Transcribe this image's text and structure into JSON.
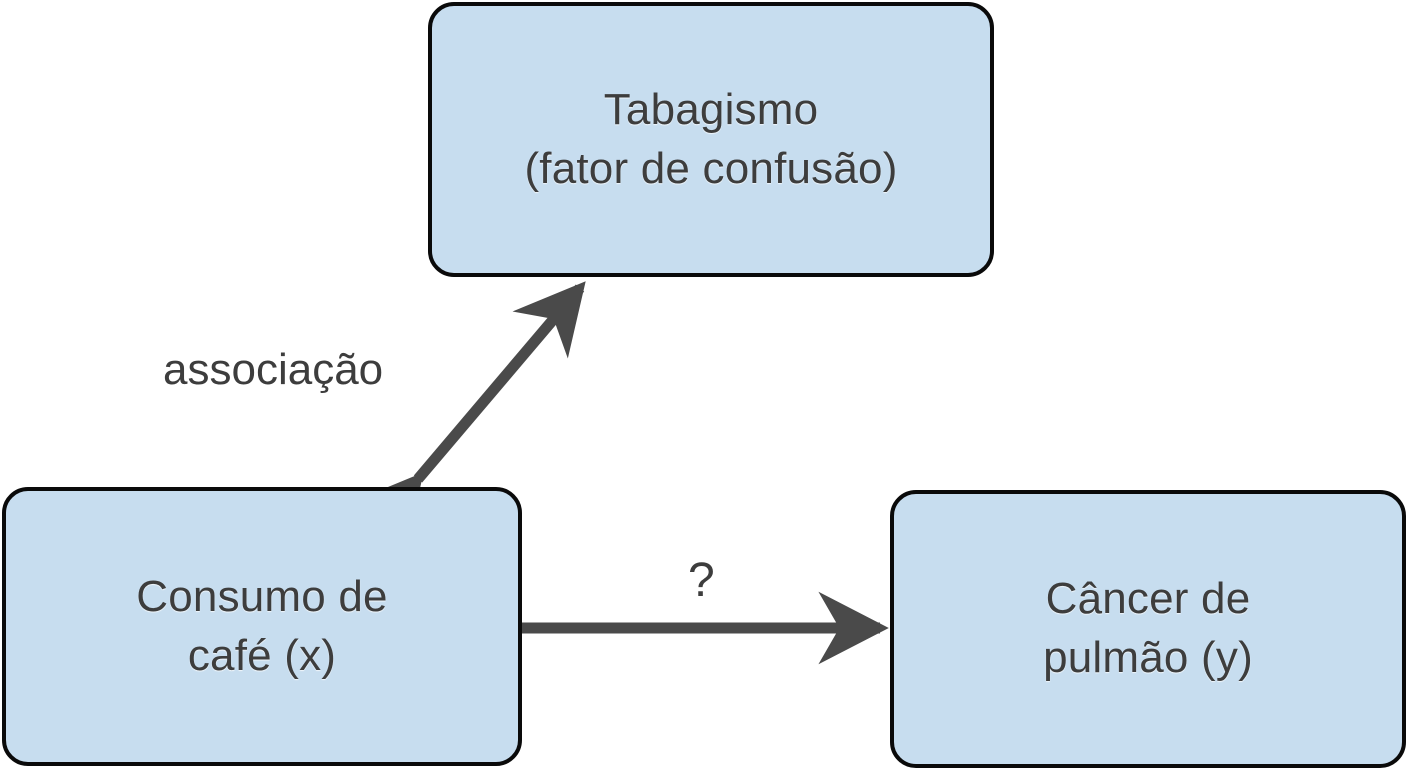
{
  "diagram": {
    "title": "Confounding variable diagram",
    "language": "pt-BR",
    "background_color": "#ffffff",
    "node_fill_color": "#c7ddef",
    "node_border_color": "#0a0a0a",
    "text_color": "#3d3d3d",
    "arrow_color": "#4a4a4a",
    "nodes": [
      {
        "id": "smoking",
        "label": "Tabagismo\n(fator de confusão)",
        "line1": "Tabagismo",
        "line2": "(fator de confusão)",
        "position": "top-center"
      },
      {
        "id": "coffee",
        "label": "Consumo de\ncafé (x)",
        "line1": "Consumo de",
        "line2": "café (x)",
        "position": "bottom-left"
      },
      {
        "id": "cancer",
        "label": "Câncer de\npulmão (y)",
        "line1": "Câncer de",
        "line2": "pulmão (y)",
        "position": "bottom-right"
      }
    ],
    "edges": [
      {
        "id": "coffee-smoking",
        "from": "coffee",
        "to": "smoking",
        "label": "associação",
        "style": "double-headed",
        "orientation": "diagonal"
      },
      {
        "id": "coffee-cancer",
        "from": "coffee",
        "to": "cancer",
        "label": "?",
        "style": "single-headed",
        "orientation": "horizontal"
      }
    ]
  }
}
